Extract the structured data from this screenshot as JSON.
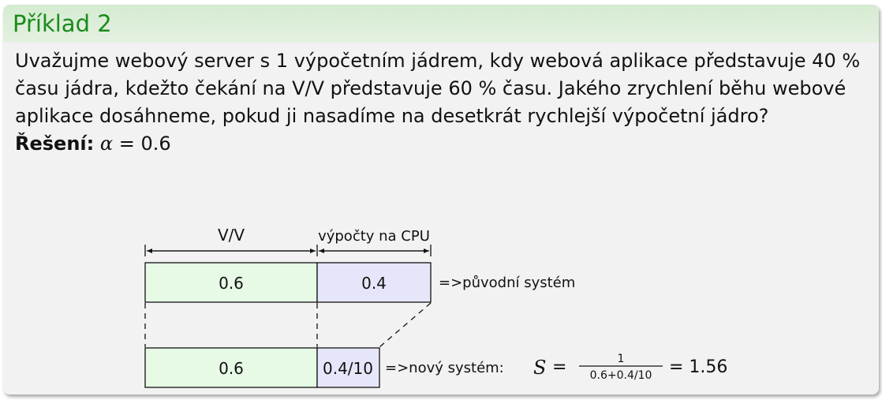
{
  "block": {
    "title": "Příklad 2",
    "problem": "Uvažujme webový server s 1 výpočetním jádrem, kdy webová aplikace představuje 40 % času jádra, kdežto čekání na V/V představuje 60 % času. Jakého zrychlení běhu webové aplikace dosáhneme, pokud ji nasadíme na desetkrát rychlejší výpočetní jádro?",
    "solution_label": "Řešení:",
    "alpha_symbol": "α",
    "alpha_equals": "= 0.6"
  },
  "diagram": {
    "label_io": "V/V",
    "label_cpu": "výpočty na CPU",
    "orig_io_value": "0.6",
    "orig_cpu_value": "0.4",
    "orig_label": "=>původní systém",
    "new_io_value": "0.6",
    "new_cpu_value": "0.4/10",
    "new_label": "=>nový systém:",
    "formula_S": "S",
    "formula_eq": "=",
    "formula_num": "1",
    "formula_den": "0.6+0.4/10",
    "formula_result": "= 1.56",
    "colors": {
      "io_fill": "#e6fae6",
      "cpu_fill": "#e6e6fa",
      "title_text": "#1a8c1a"
    }
  }
}
